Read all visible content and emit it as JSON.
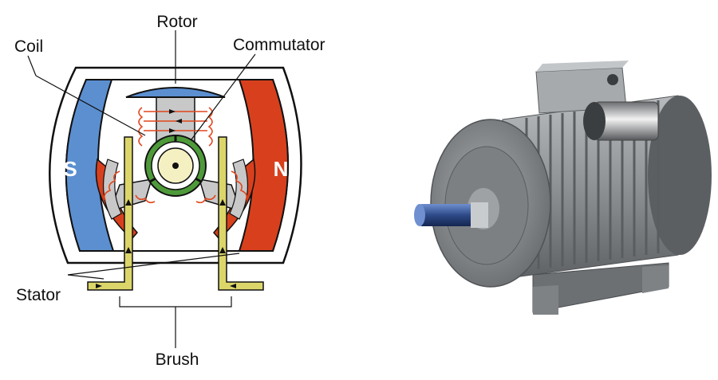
{
  "labels": {
    "rotor": "Rotor",
    "coil": "Coil",
    "commutator": "Commutator",
    "stator": "Stator",
    "brush": "Brush"
  },
  "poles": {
    "south": "S",
    "north": "N"
  },
  "colors": {
    "south_pole": "#5b8fd0",
    "north_pole": "#d8401d",
    "rotor_cap": "#5b8fd0",
    "armature": "#c8c8c8",
    "coil_wire": "#e0461c",
    "commutator_ring": "#4e9a3a",
    "shaft": "#f4f0c2",
    "brush": "#dcd66a",
    "motor_body": "#8a8d90",
    "motor_shaft": "#2e4a88"
  }
}
